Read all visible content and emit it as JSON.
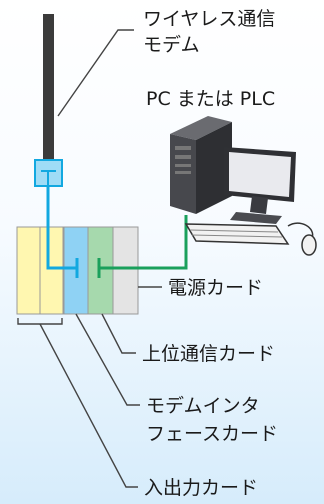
{
  "labels": {
    "wireless_modem": [
      "ワイヤレス通信",
      "モデム"
    ],
    "pc_plc": "PC または PLC",
    "power_card": "電源カード",
    "host_comm_card": "上位通信カード",
    "modem_interface": [
      "モデムインタ",
      "フェースカード"
    ],
    "io_card": "入出力カード"
  },
  "colors": {
    "cable_blue": "#12a8e0",
    "cable_green": "#1aa05c",
    "card_yellow": "#fff7b0",
    "card_blue": "#8fd2f4",
    "card_green": "#a6d9ad",
    "card_gray": "#e4e4e4",
    "pc_dark": "#3a3b40",
    "leader": "#444444"
  }
}
